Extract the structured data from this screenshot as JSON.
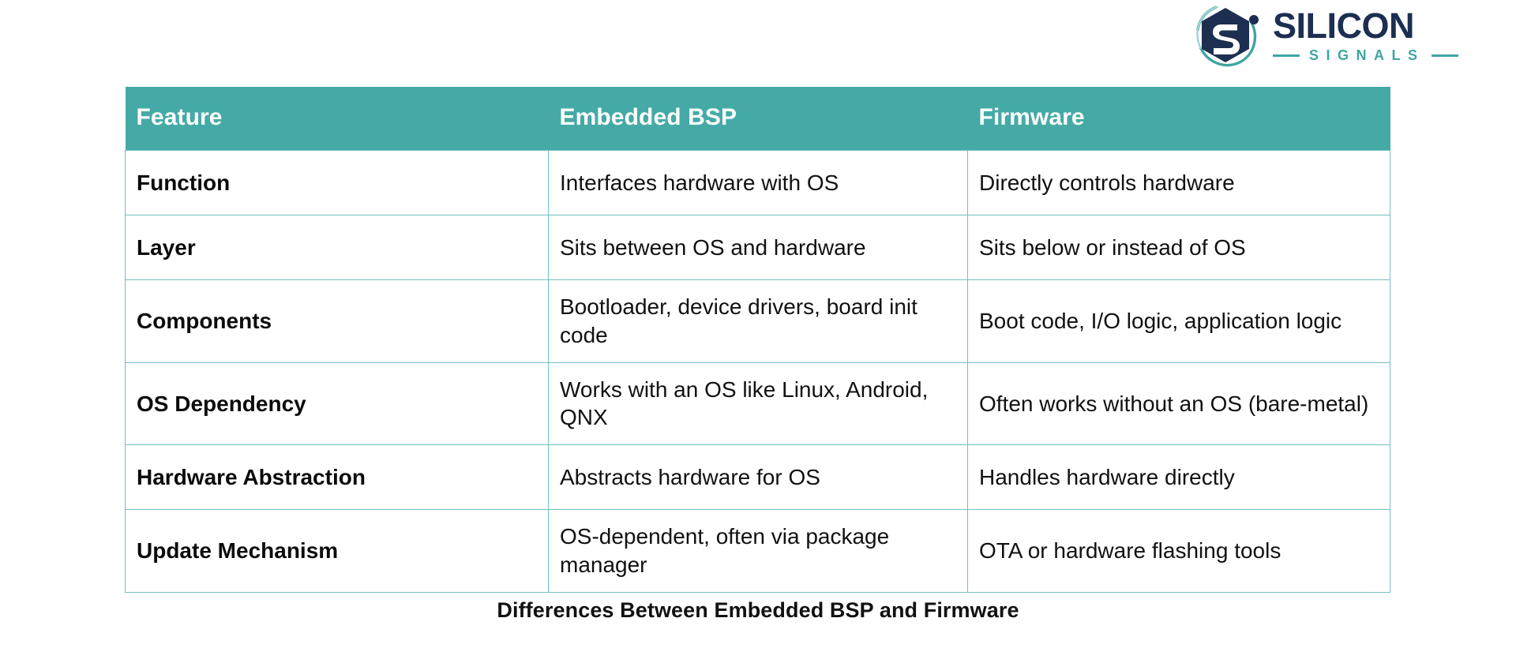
{
  "brand": {
    "name_primary": "SILICON",
    "name_secondary": "SIGNALS",
    "colors": {
      "navy": "#1c2f51",
      "teal": "#3fa5a1"
    }
  },
  "table": {
    "accent_header_color": "#45aaa6",
    "border_color": "#74c0bd",
    "columns": [
      "Feature",
      "Embedded BSP",
      "Firmware"
    ],
    "rows": [
      {
        "feature": "Function",
        "embedded_bsp": "Interfaces hardware with OS",
        "firmware": "Directly controls hardware"
      },
      {
        "feature": "Layer",
        "embedded_bsp": "Sits between OS and hardware",
        "firmware": "Sits below or instead of OS"
      },
      {
        "feature": "Components",
        "embedded_bsp": "Bootloader, device drivers, board init code",
        "firmware": "Boot code, I/O logic, application logic"
      },
      {
        "feature": "OS Dependency",
        "embedded_bsp": "Works with an OS like Linux, Android, QNX",
        "firmware": "Often works without an OS (bare-metal)"
      },
      {
        "feature": "Hardware Abstraction",
        "embedded_bsp": "Abstracts hardware for OS",
        "firmware": "Handles hardware directly"
      },
      {
        "feature": "Update Mechanism",
        "embedded_bsp": "OS-dependent, often via package manager",
        "firmware": "OTA or hardware flashing tools"
      }
    ]
  },
  "caption": "Differences Between Embedded BSP and Firmware"
}
